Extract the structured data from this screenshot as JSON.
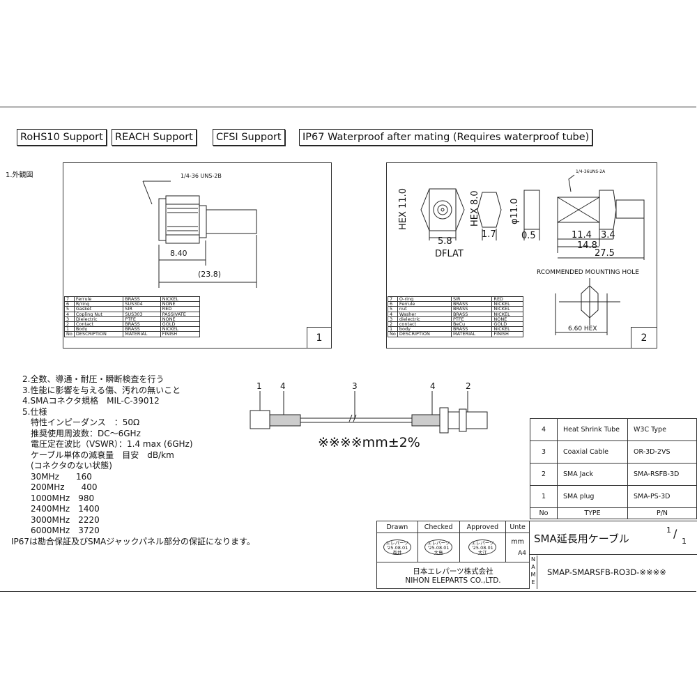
{
  "badges": [
    {
      "label": "RoHS10 Support"
    },
    {
      "label": "REACH Support"
    },
    {
      "label": "CFSI Support"
    },
    {
      "label": "IP67 Waterproof after mating (Requires waterproof tube)"
    }
  ],
  "section1_label": "1.外観図",
  "fig1": {
    "thread_note": "1/4-36 UNS-2B",
    "dim_a": "8.40",
    "dim_b": "(23.8)",
    "number": "1",
    "parts_rows": [
      [
        "7",
        "Ferrule",
        "BRASS",
        "NICKEL"
      ],
      [
        "6",
        "R/ring",
        "SUS304",
        "NONE"
      ],
      [
        "5",
        "Gasket",
        "SIR",
        "RED"
      ],
      [
        "4",
        "Copling Nut",
        "SUS303",
        "PASSIVATE"
      ],
      [
        "3",
        "Dielectric",
        "PTFE",
        "NONE"
      ],
      [
        "2",
        "Contact",
        "BRASS",
        "GOLD"
      ],
      [
        "1",
        "Body",
        "BRASS",
        "NICKEL"
      ],
      [
        "No",
        "DESCRIPTION",
        "MATERIAL",
        "FINISH"
      ]
    ]
  },
  "fig2": {
    "thread_note": "1/4-36UNS-2A",
    "hex_11": "HEX 11.0",
    "hex_8": "HEX 8.0",
    "phi_11": "φ11.0",
    "dim_58": "5.8",
    "dflat": "DFLAT",
    "dim_17": "1.7",
    "dim_05": "0.5",
    "dim_114": "11.4",
    "dim_34": "3.4",
    "dim_148": "14.8",
    "dim_275": "27.5",
    "mount_title": "RCOMMENDED MOUNTING HOLE",
    "mount_hex": "6.60 HEX",
    "number": "2",
    "parts_rows": [
      [
        "7",
        "O-ring",
        "SIR",
        "RED"
      ],
      [
        "6",
        "Ferrule",
        "BRASS",
        "NICKEL"
      ],
      [
        "5",
        "nut",
        "BRASS",
        "NICKEL"
      ],
      [
        "4",
        "Washer",
        "BRASS",
        "NICKEL"
      ],
      [
        "3",
        "dielectric",
        "PTFE",
        "NONE"
      ],
      [
        "2",
        "contact",
        "BeCu",
        "GOLD"
      ],
      [
        "1",
        "body",
        "BRASS",
        "NICKEL"
      ],
      [
        "No",
        "DESCRIPTION",
        "MATERIAL",
        "FINISH"
      ]
    ]
  },
  "spec_lines": [
    "2.全数、導通・耐圧・瞬断検査を行う",
    "3.性能に影響を与える傷、汚れの無いこと",
    "4.SMAコネクタ規格　MIL-C-39012",
    "5.仕様",
    "　特性インピーダンス　：50Ω",
    "　推奨使用周波数：DC～6GHz",
    "　電圧定在波比（VSWR）：1.4 max (6GHz)",
    "　ケーブル単体の減衰量　目安　dB/km",
    "　(コネクタのない状態)",
    "　30MHz　　160",
    "　200MHz　　400",
    "　1000MHz　980",
    "　2400MHz　1400",
    "　3000MHz　2220",
    "　6000MHz　3720",
    "IP67は勘合保証及びSMAジャックパネル部分の保証になります。"
  ],
  "cable": {
    "callouts": [
      "1",
      "4",
      "3",
      "4",
      "2"
    ],
    "length": "※※※※mm±2%"
  },
  "bom": {
    "rows": [
      [
        "4",
        "Heat Shrink Tube",
        "W3C Type"
      ],
      [
        "3",
        "Coaxial Cable",
        "OR-3D-2VS"
      ],
      [
        "2",
        "SMA Jack",
        "SMA-RSFB-3D"
      ],
      [
        "1",
        "SMA plug",
        "SMA-PS-3D"
      ]
    ],
    "header": [
      "No",
      "TYPE",
      "P/N"
    ]
  },
  "title_block": {
    "drawn": "Drawn",
    "checked": "Checked",
    "approved": "Approved",
    "unit_label": "Unte",
    "unit": "mm",
    "size": "A4",
    "stamps": [
      {
        "top": "エレパーツ",
        "date": "'25.08.01",
        "name": "森井"
      },
      {
        "top": "エレパーツ",
        "date": "'25.08.01",
        "name": "大島"
      },
      {
        "top": "エレパーツ",
        "date": "'25.08.01",
        "name": "大江"
      }
    ],
    "company_jp": "日本エレパーツ株式会社",
    "company_en": "NIHON ELEPARTS CO.,LTD.",
    "title": "SMA延長用ケーブル",
    "sheet_num": "1",
    "sheet_den": "1",
    "name_label": "NAME",
    "part_name": "SMAP-SMARSFB-RO3D-※※※※"
  }
}
